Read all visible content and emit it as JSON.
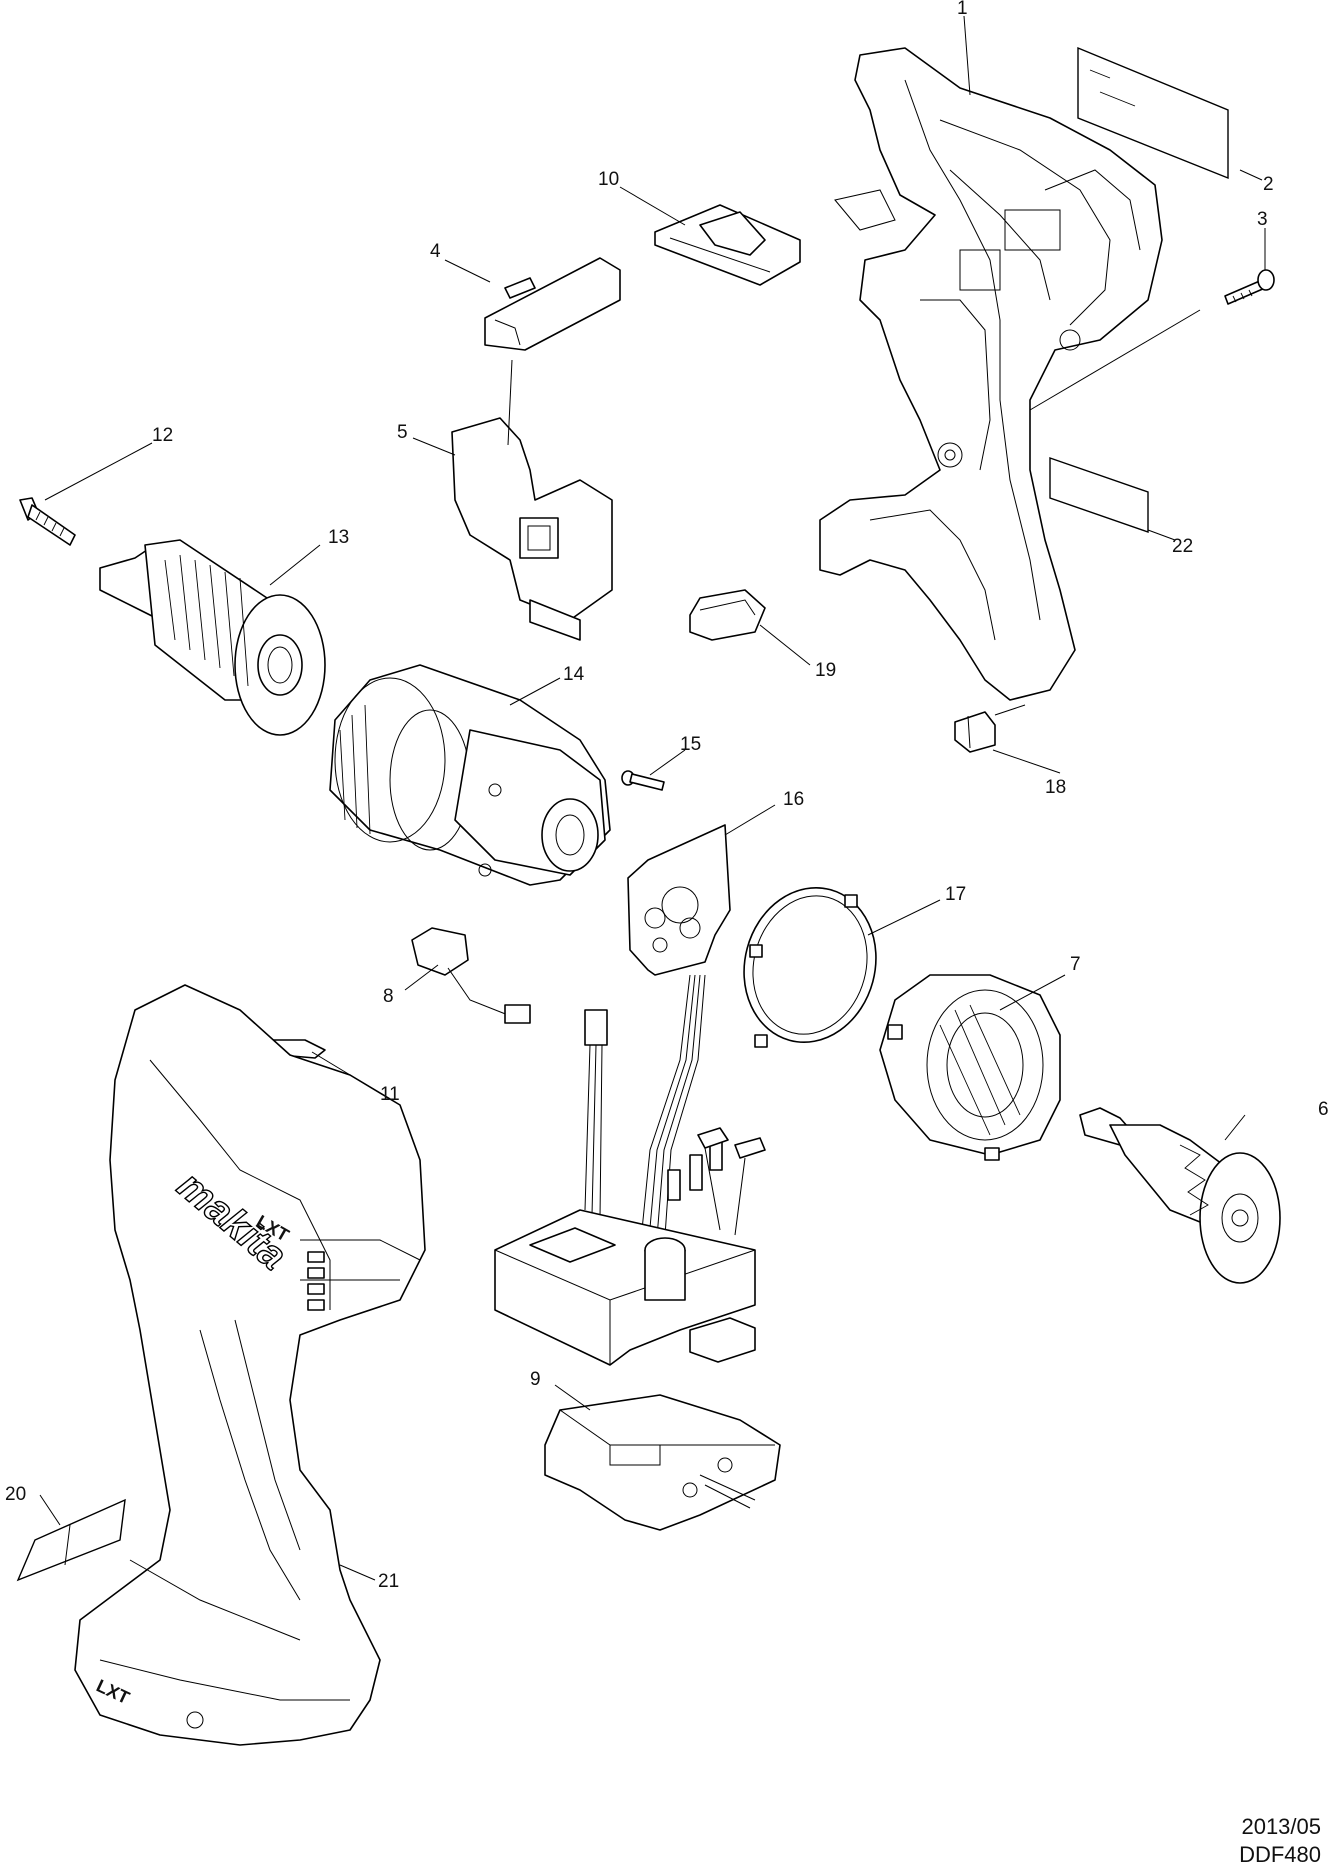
{
  "diagram": {
    "brand_text": "makita",
    "badge_text": "LXT",
    "battery_badge_text": "LXT",
    "part_numbers": [
      "1",
      "2",
      "3",
      "4",
      "5",
      "6",
      "7",
      "8",
      "9",
      "10",
      "11",
      "12",
      "13",
      "14",
      "15",
      "16",
      "17",
      "18",
      "19",
      "20",
      "21",
      "22"
    ]
  },
  "footer": {
    "date": "2013/05",
    "model": "DDF480"
  }
}
